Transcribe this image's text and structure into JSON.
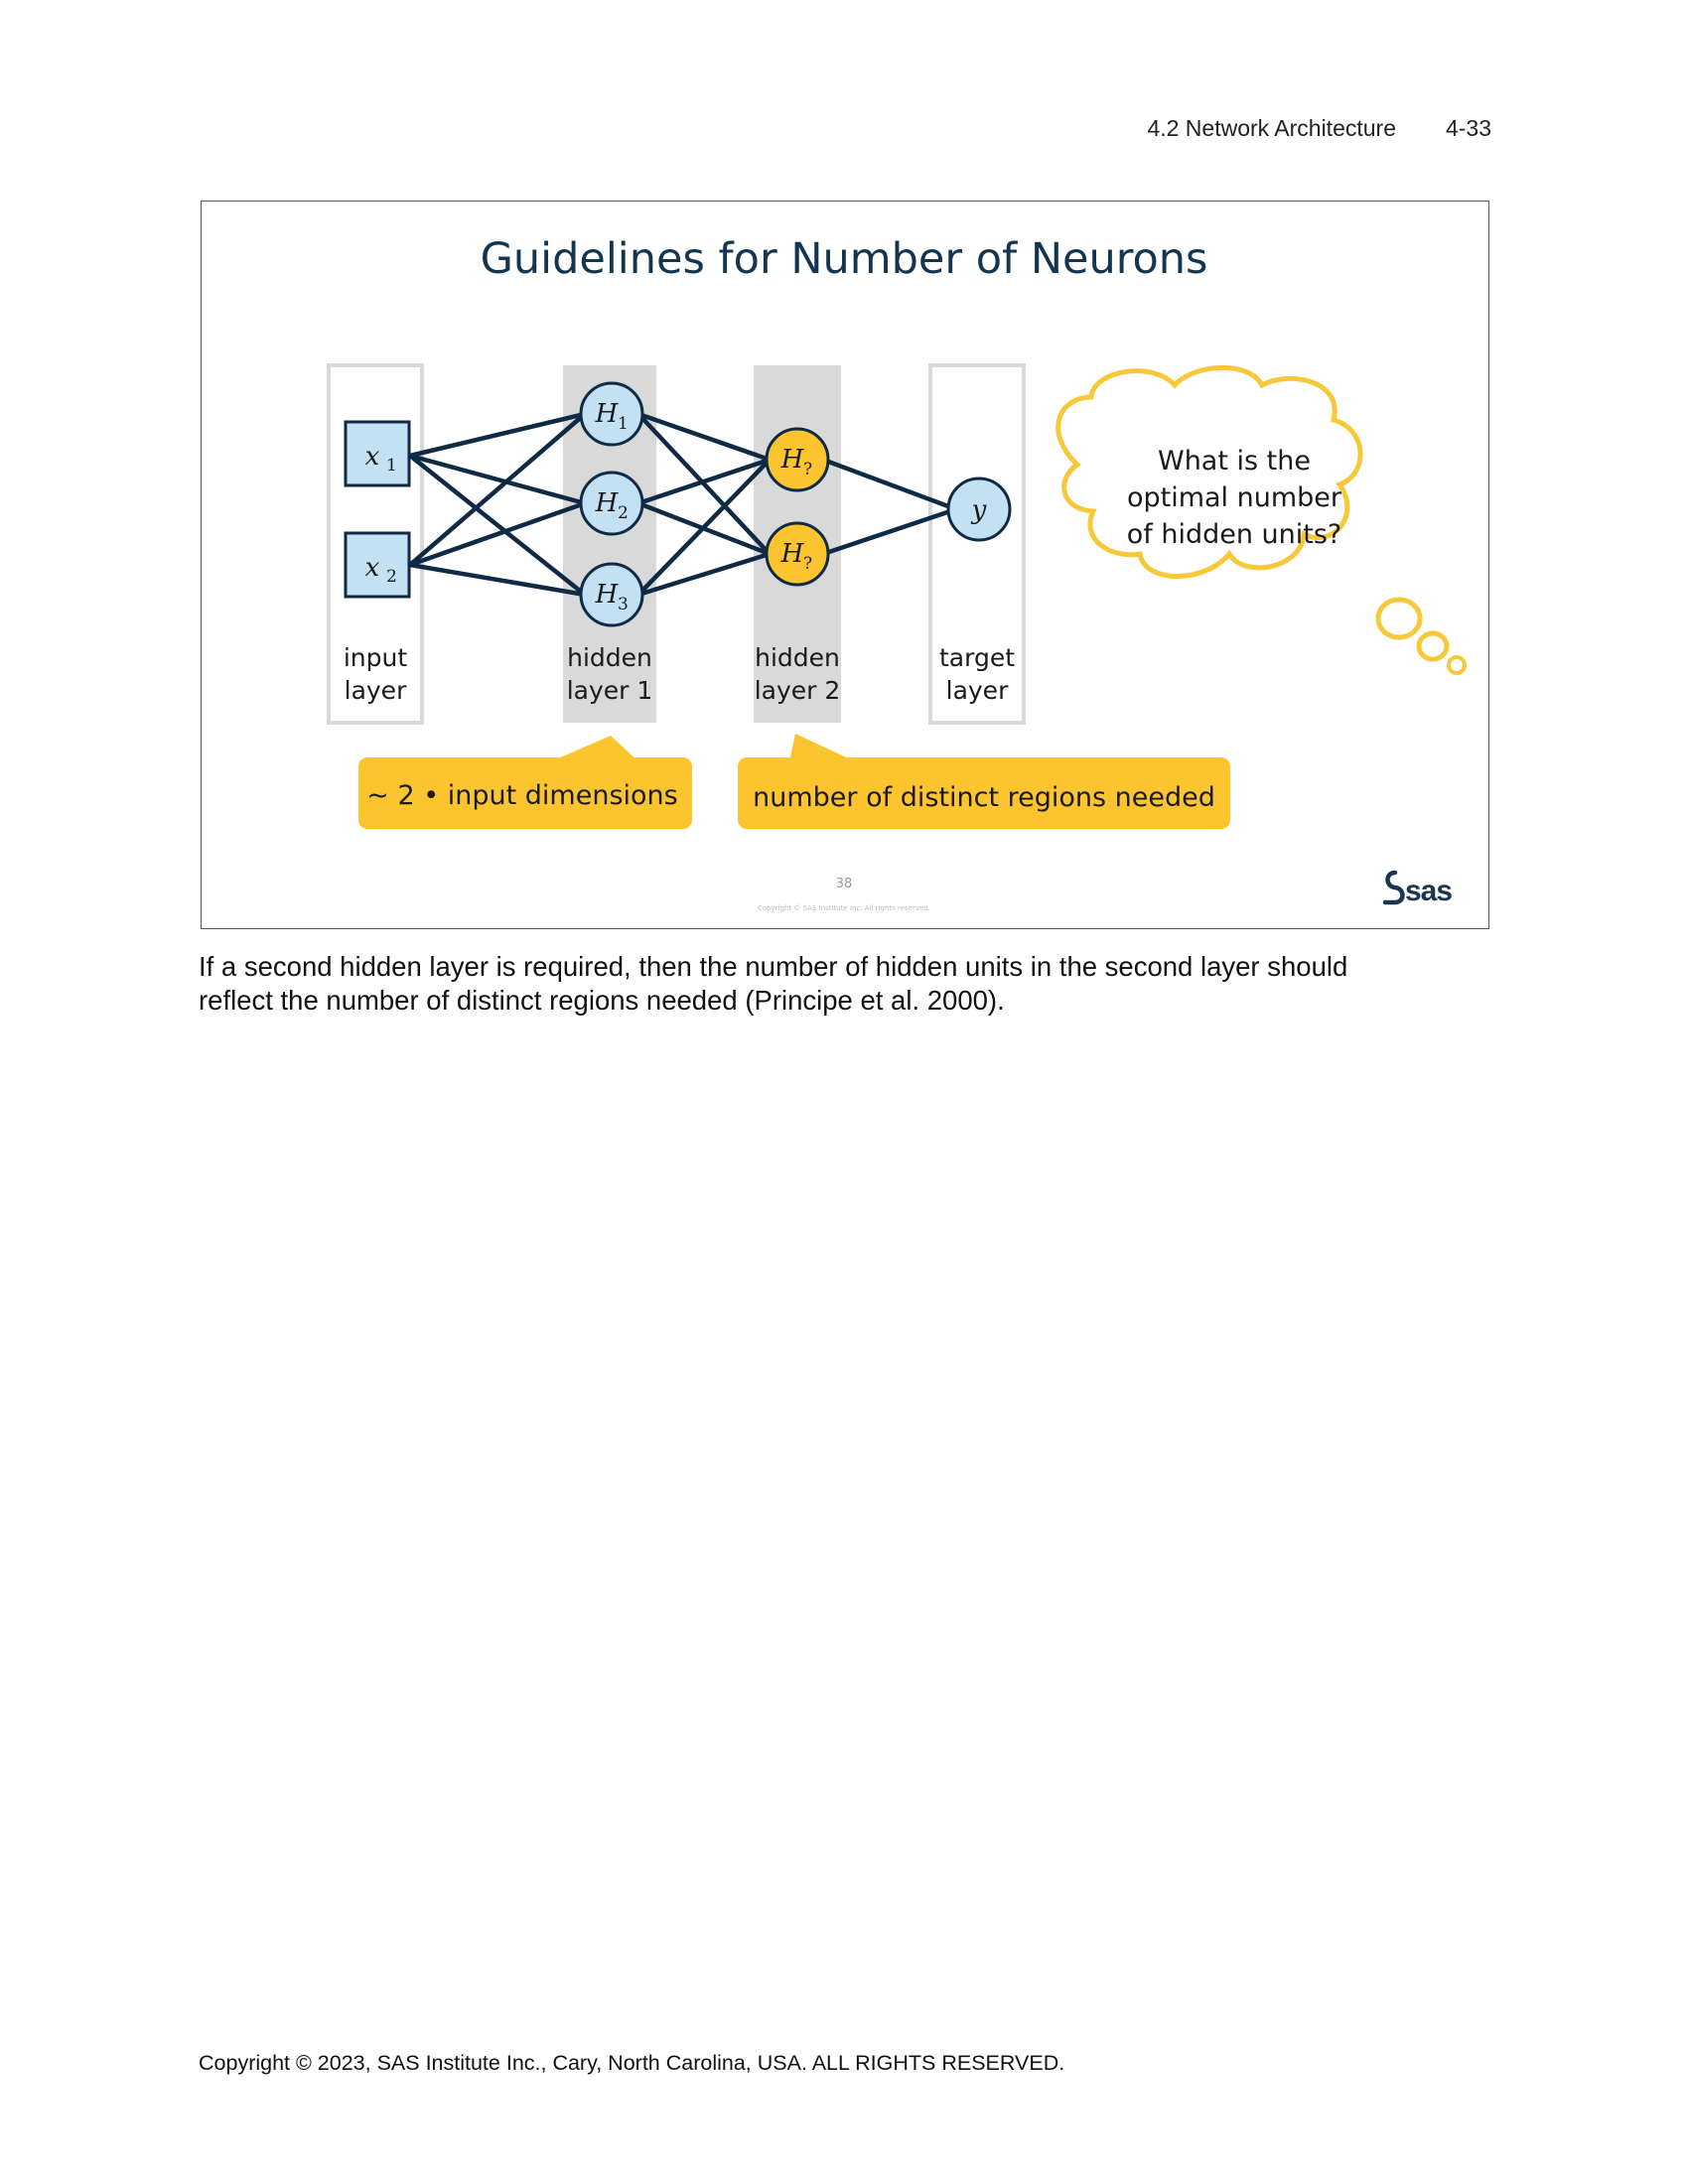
{
  "header": {
    "section": "4.2  Network Architecture",
    "page_number": "4-33"
  },
  "slide": {
    "title": "Guidelines for Number of Neurons",
    "nodes": {
      "x1": {
        "main": "x",
        "sub": "1"
      },
      "x2": {
        "main": "x",
        "sub": "2"
      },
      "h1": {
        "main": "H",
        "sub": "1"
      },
      "h2": {
        "main": "H",
        "sub": "2"
      },
      "h3": {
        "main": "H",
        "sub": "3"
      },
      "hq1": {
        "main": "H",
        "sub": "?"
      },
      "hq2": {
        "main": "H",
        "sub": "?"
      },
      "y": {
        "main": "y"
      }
    },
    "layers": {
      "input": {
        "line1": "input",
        "line2": "layer"
      },
      "hidden1": {
        "line1": "hidden",
        "line2": "layer 1"
      },
      "hidden2": {
        "line1": "hidden",
        "line2": "layer 2"
      },
      "target": {
        "line1": "target",
        "line2": "layer"
      }
    },
    "callouts": {
      "left": "~ 2 • input dimensions",
      "right": "number of distinct regions needed"
    },
    "thought_bubble": {
      "line1": "What is the",
      "line2": "optimal number",
      "line3": "of hidden units?"
    },
    "slide_number": "38",
    "copyright": "Copyright © SAS Institute Inc. All rights reserved.",
    "logo_text": "sas",
    "colors": {
      "title": "#13354f",
      "node_blue": "#c3e1f3",
      "node_yellow": "#fcc52f",
      "edge": "#0e2a45",
      "callout": "#fcc52f",
      "layer_gray": "#d9d9d9"
    }
  },
  "body": {
    "line1": "If a second hidden layer is required, then the number of hidden units in the second layer should",
    "line2": "reflect the number of distinct regions needed (Principe et al. 2000)."
  },
  "footer": {
    "copyright": "Copyright © 2023, SAS Institute Inc., Cary, North Carolina, USA. ALL RIGHTS RESERVED."
  }
}
